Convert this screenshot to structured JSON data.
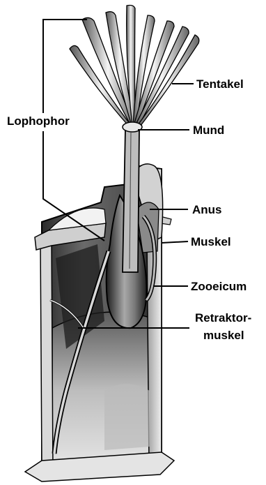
{
  "labels": {
    "lophophor": "Lophophor",
    "tentakel": "Tentakel",
    "mund": "Mund",
    "anus": "Anus",
    "muskel": "Muskel",
    "zooeicum": "Zooeicum",
    "retraktor_line1": "Retraktor-",
    "retraktor_line2": "muskel"
  }
}
